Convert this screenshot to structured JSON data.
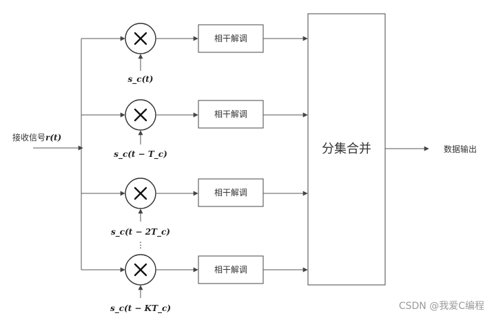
{
  "input_label": "接收信号",
  "input_symbol": "r(t)",
  "branches": [
    {
      "ref_signal": "s_c(t)",
      "demod_label": "相干解调"
    },
    {
      "ref_signal": "s_c(t − T_c)",
      "demod_label": "相干解调"
    },
    {
      "ref_signal": "s_c(t − 2T_c)",
      "demod_label": "相干解调"
    },
    {
      "ref_signal": "s_c(t − KT_c)",
      "demod_label": "相干解调"
    }
  ],
  "ellipsis": "⋮",
  "combiner_label": "分集合并",
  "output_label": "数据输出",
  "watermark": "CSDN @我爱C编程",
  "icons": {
    "mixer": "multiply-icon",
    "arrow": "arrow-right-icon"
  }
}
